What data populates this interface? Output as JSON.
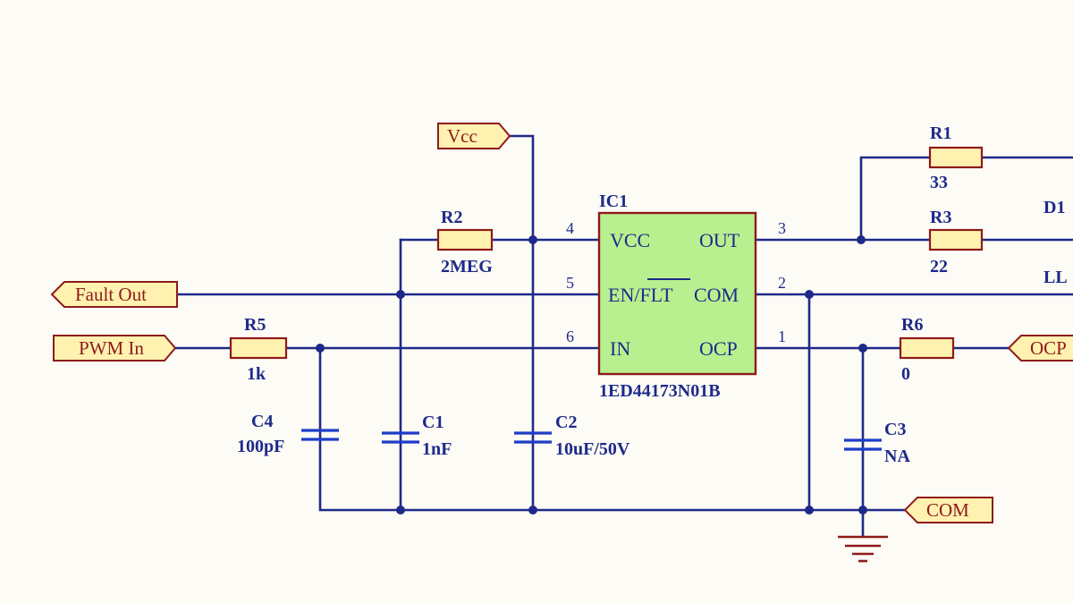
{
  "ic": {
    "designator": "IC1",
    "part": "1ED44173N01B",
    "pins": [
      {
        "number": "4",
        "name": "VCC"
      },
      {
        "number": "5",
        "name": "EN/FLT"
      },
      {
        "number": "6",
        "name": "IN"
      },
      {
        "number": "3",
        "name": "OUT"
      },
      {
        "number": "2",
        "name": "COM"
      },
      {
        "number": "1",
        "name": "OCP"
      }
    ]
  },
  "resistors": [
    {
      "designator": "R1",
      "value": "33"
    },
    {
      "designator": "R2",
      "value": "2MEG"
    },
    {
      "designator": "R3",
      "value": "22"
    },
    {
      "designator": "R5",
      "value": "1k"
    },
    {
      "designator": "R6",
      "value": "0"
    }
  ],
  "capacitors": [
    {
      "designator": "C1",
      "value": "1nF"
    },
    {
      "designator": "C2",
      "value": "10uF/50V"
    },
    {
      "designator": "C3",
      "value": "NA"
    },
    {
      "designator": "C4",
      "value": "100pF"
    }
  ],
  "ports": [
    {
      "name": "Vcc"
    },
    {
      "name": "Fault Out"
    },
    {
      "name": "PWM In"
    },
    {
      "name": "COM"
    },
    {
      "name": "OCP"
    }
  ],
  "other_labels": [
    {
      "text": "D1"
    },
    {
      "text": "LL"
    }
  ],
  "colors": {
    "wire": "#1e2a8a",
    "component_outline": "#8e1a1a",
    "resistor_fill": "#fff2b0",
    "ic_fill": "#b9f08f",
    "capacitor": "#1e3cc8",
    "background": "#fdfbf5"
  }
}
